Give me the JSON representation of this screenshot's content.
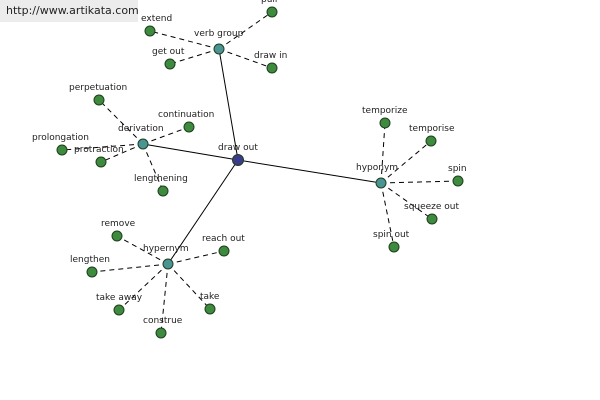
{
  "watermark": "http://www.artikata.com",
  "colors": {
    "root_node": "#3c3c8c",
    "group_node": "#4a9494",
    "leaf_node": "#3e8a3e",
    "node_stroke": "#1f3f1f"
  },
  "root": {
    "label": "draw out"
  },
  "groups": [
    {
      "id": "verb-group",
      "label": "verb group",
      "leaves": [
        "extend",
        "pull",
        "get out",
        "draw in"
      ]
    },
    {
      "id": "derivation",
      "label": "derivation",
      "leaves": [
        "perpetuation",
        "continuation",
        "prolongation",
        "protraction",
        "lengthening"
      ]
    },
    {
      "id": "hyponym",
      "label": "hyponym",
      "leaves": [
        "temporize",
        "temporise",
        "spin",
        "squeeze out",
        "spin out"
      ]
    },
    {
      "id": "hypernym",
      "label": "hypernym",
      "leaves": [
        "remove",
        "reach out",
        "lengthen",
        "take away",
        "take",
        "construe"
      ]
    }
  ]
}
